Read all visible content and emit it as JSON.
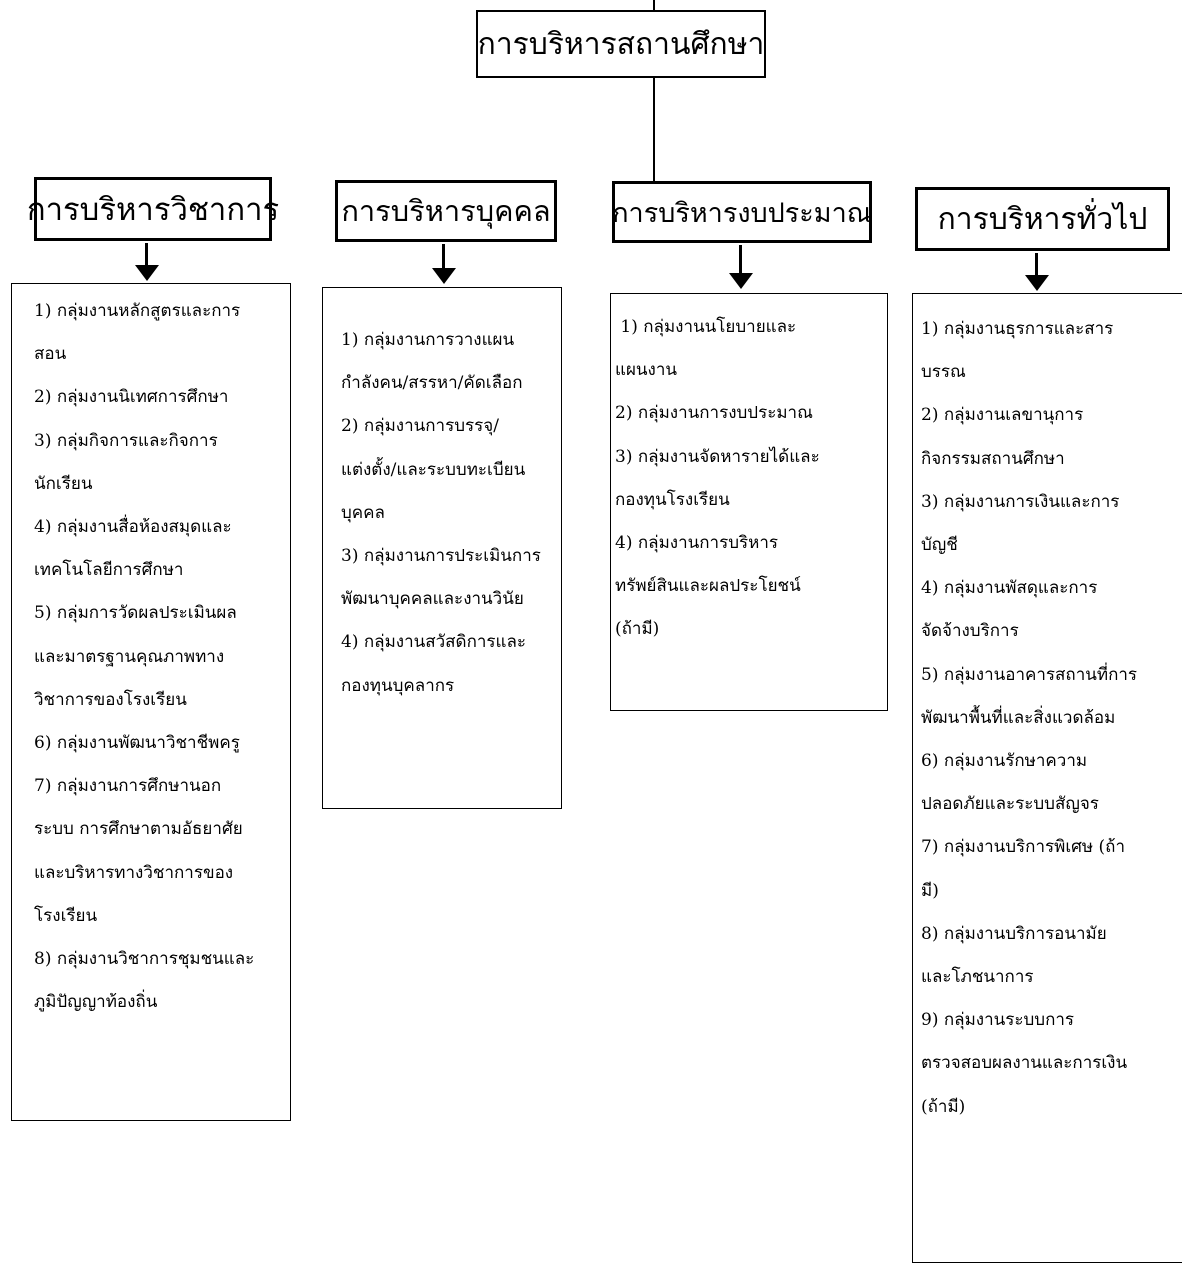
{
  "root": {
    "label": "การบริหารสถานศึกษา"
  },
  "columns": [
    {
      "heading": "การบริหารวิชาการ",
      "lines": [
        "1) กลุ่มงานหลักสูตรและการ",
        "สอน",
        "2) กลุ่มงานนิเทศการศึกษา",
        "3) กลุ่มกิจการและกิจการ",
        "นักเรียน",
        "4) กลุ่มงานสื่อห้องสมุดและ",
        "เทคโนโลยีการศึกษา",
        "5) กลุ่มการวัดผลประเมินผล",
        "และมาตรฐานคุณภาพทาง",
        "วิชาการของโรงเรียน",
        "6) กลุ่มงานพัฒนาวิชาชีพครู",
        "7) กลุ่มงานการศึกษานอก",
        "ระบบ การศึกษาตามอัธยาศัย",
        "และบริหารทางวิชาการของ",
        "โรงเรียน",
        "8) กลุ่มงานวิชาการชุมชนและ",
        "ภูมิปัญญาท้องถิ่น"
      ]
    },
    {
      "heading": "การบริหารบุคคล",
      "lines": [
        "1) กลุ่มงานการวางแผน",
        "กำลังคน/สรรหา/คัดเลือก",
        "2) กลุ่มงานการบรรจุ/",
        "แต่งตั้ง/และระบบทะเบียน",
        "บุคคล",
        "3) กลุ่มงานการประเมินการ",
        "พัฒนาบุคคลและงานวินัย",
        "4) กลุ่มงานสวัสดิการและ",
        "กองทุนบุคลากร"
      ]
    },
    {
      "heading": "การบริหารงบประมาณ",
      "lines": [
        " 1) กลุ่มงานนโยบายและ",
        "แผนงาน",
        "2) กลุ่มงานการงบประมาณ",
        "3) กลุ่มงานจัดหารายได้และ",
        "กองทุนโรงเรียน",
        "4) กลุ่มงานการบริหาร",
        "ทรัพย์สินและผลประโยชน์",
        "(ถ้ามี)"
      ]
    },
    {
      "heading": "การบริหารทั่วไป",
      "lines": [
        "1) กลุ่มงานธุรการและสาร",
        "บรรณ",
        "2) กลุ่มงานเลขานุการ",
        "กิจกรรมสถานศึกษา",
        "3) กลุ่มงานการเงินและการ",
        "บัญชี",
        "4) กลุ่มงานพัสดุและการ",
        "จัดจ้างบริการ",
        "5) กลุ่มงานอาคารสถานที่การ",
        "พัฒนาพื้นที่และสิ่งแวดล้อม",
        "6) กลุ่มงานรักษาความ",
        "ปลอดภัยและระบบสัญจร",
        "7) กลุ่มงานบริการพิเศษ (ถ้า",
        "มี)",
        "8) กลุ่มงานบริการอนามัย",
        "และโภชนาการ",
        "9) กลุ่มงานระบบการ",
        "ตรวจสอบผลงานและการเงิน",
        "(ถ้ามี)"
      ]
    }
  ]
}
